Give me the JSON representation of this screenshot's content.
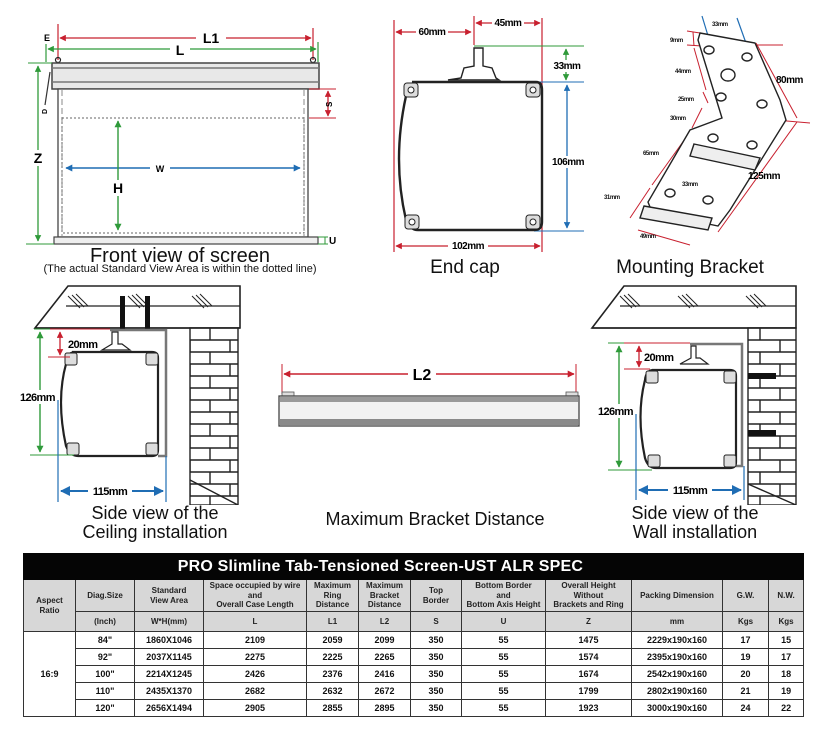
{
  "diagrams": {
    "front_view": {
      "title": "Front view of screen",
      "note": "(The actual Standard View Area is within the dotted line)",
      "labels": {
        "L1": "L1",
        "L": "L",
        "E": "E",
        "S": "S",
        "Z": "Z",
        "W": "W",
        "H": "H",
        "U": "U",
        "D": "D"
      }
    },
    "end_cap": {
      "title": "End cap",
      "dims": {
        "left": "60mm",
        "right": "45mm",
        "top": "33mm",
        "height": "106mm",
        "width": "102mm"
      }
    },
    "mounting_bracket": {
      "title": "Mounting Bracket",
      "dims": {
        "top_hole_spacing": "33mm",
        "a": "9mm",
        "b": "44mm",
        "c": "25mm",
        "d": "30mm",
        "e": "65mm",
        "f": "31mm",
        "bottom_width": "49mm",
        "bottom_hole_spacing": "33mm",
        "upper_length": "80mm",
        "lower_length": "125mm"
      }
    },
    "ceiling_install": {
      "title_line1": "Side view of the",
      "title_line2": "Ceiling installation",
      "dims": {
        "gap": "20mm",
        "height": "126mm",
        "depth": "115mm"
      }
    },
    "bracket_distance": {
      "title": "Maximum Bracket Distance",
      "label": "L2"
    },
    "wall_install": {
      "title_line1": "Side view of the",
      "title_line2": "Wall installation",
      "dims": {
        "gap": "20mm",
        "height": "126mm",
        "depth": "115mm"
      }
    }
  },
  "spec_table": {
    "title": "PRO Slimline Tab-Tensioned Screen-UST ALR SPEC",
    "headers": [
      {
        "name": "Aspect Ratio",
        "unit": ""
      },
      {
        "name": "Diag.Size",
        "unit": "(Inch)"
      },
      {
        "name": "Standard View Area",
        "unit": "W*H(mm)"
      },
      {
        "name": "Space occupied by wire and Overall Case Length",
        "unit": "L"
      },
      {
        "name": "Maximum Ring Distance",
        "unit": "L1"
      },
      {
        "name": "Maximum Bracket Distance",
        "unit": "L2"
      },
      {
        "name": "Top Border",
        "unit": "S"
      },
      {
        "name": "Bottom Border and Bottom Axis Height",
        "unit": "U"
      },
      {
        "name": "Overall Height Without Brackets and Ring",
        "unit": "Z"
      },
      {
        "name": "Packing Dimension",
        "unit": "mm"
      },
      {
        "name": "G.W.",
        "unit": "Kgs"
      },
      {
        "name": "N.W.",
        "unit": "Kgs"
      }
    ],
    "header_lines": {
      "aspect": [
        "Aspect",
        "Ratio"
      ],
      "view": [
        "Standard",
        "View Area"
      ],
      "space": [
        "Space occupied by wire",
        "and",
        "Overall Case Length"
      ],
      "ring": [
        "Maximum",
        "Ring",
        "Distance"
      ],
      "bracket": [
        "Maximum",
        "Bracket",
        "Distance"
      ],
      "top": [
        "Top",
        "Border"
      ],
      "bottom": [
        "Bottom Border",
        "and",
        "Bottom Axis Height"
      ],
      "overall": [
        "Overall Height",
        "Without",
        "Brackets and Ring"
      ]
    },
    "aspect_ratio": "16:9",
    "rows": [
      [
        "84\"",
        "1860X1046",
        "2109",
        "2059",
        "2099",
        "350",
        "55",
        "1475",
        "2229x190x160",
        "17",
        "15"
      ],
      [
        "92\"",
        "2037X1145",
        "2275",
        "2225",
        "2265",
        "350",
        "55",
        "1574",
        "2395x190x160",
        "19",
        "17"
      ],
      [
        "100\"",
        "2214X1245",
        "2426",
        "2376",
        "2416",
        "350",
        "55",
        "1674",
        "2542x190x160",
        "20",
        "18"
      ],
      [
        "110\"",
        "2435X1370",
        "2682",
        "2632",
        "2672",
        "350",
        "55",
        "1799",
        "2802x190x160",
        "21",
        "19"
      ],
      [
        "120\"",
        "2656X1494",
        "2905",
        "2855",
        "2895",
        "350",
        "55",
        "1923",
        "3000x190x160",
        "24",
        "22"
      ]
    ]
  },
  "colors": {
    "red": "#c8202f",
    "green": "#2f9a3a",
    "blue": "#1f6db4",
    "table_header": "#d7d7d7",
    "table_title": "#050505"
  }
}
